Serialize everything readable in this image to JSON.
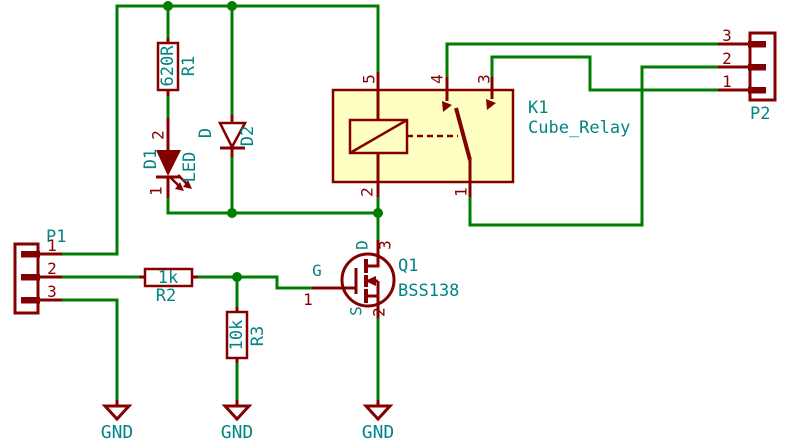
{
  "colors": {
    "background": "#FFFFFF",
    "wire": "#007D00",
    "component_outline": "#840000",
    "label_text": "#008484",
    "pin_number_text": "#840000",
    "relay_fill": "#FFFFC2"
  },
  "components": {
    "r1": {
      "reference": "R1",
      "value": "620R"
    },
    "r2": {
      "reference": "R2",
      "value": "1k"
    },
    "r3": {
      "reference": "R3",
      "value": "10k"
    },
    "d1": {
      "reference": "D1",
      "value": "LED",
      "pin_2": "2",
      "pin_1": "1"
    },
    "d2": {
      "reference": "D2",
      "value": "D"
    },
    "q1": {
      "reference": "Q1",
      "value": "BSS138",
      "drain_name": "D",
      "drain_number": "3",
      "gate_name": "G",
      "gate_number": "1",
      "source_name": "S",
      "source_number": "2"
    },
    "k1": {
      "reference": "K1",
      "value": "Cube_Relay",
      "pin_5": "5",
      "pin_4": "4",
      "pin_3": "3",
      "pin_2": "2",
      "pin_1": "1"
    },
    "p1": {
      "reference": "P1",
      "pin_1": "1",
      "pin_2": "2",
      "pin_3": "3"
    },
    "p2": {
      "reference": "P2",
      "pin_1": "1",
      "pin_2": "2",
      "pin_3": "3"
    },
    "gnd1": {
      "label": "GND"
    },
    "gnd2": {
      "label": "GND"
    },
    "gnd3": {
      "label": "GND"
    }
  }
}
